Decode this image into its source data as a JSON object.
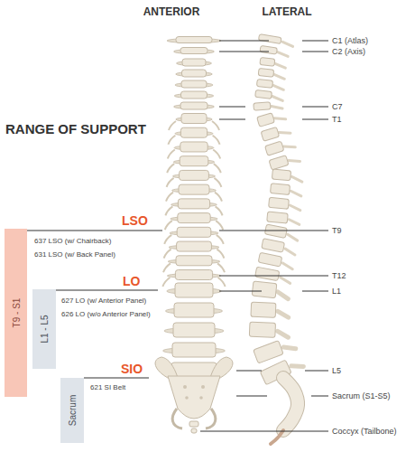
{
  "diagram": {
    "title": "RANGE OF SUPPORT",
    "nodes": [
      {
        "text": [
          "T9 - S1"
        ]
      },
      {
        "text": [
          "L1 - L5"
        ]
      },
      {
        "text": [
          "Sacrum"
        ]
      }
    ],
    "labels": [
      "ANTERIOR",
      "LATERAL",
      "C1 (Atlas)",
      "C2 (Axis)",
      "C7",
      "T1",
      "T9",
      "T12",
      "L1",
      "L5",
      "Sacrum (S1-S5)",
      "Coccyx (Tailbone)",
      "LSO",
      "637 LSO (w/ Chairback)",
      "631 LSO (w/ Back Panel)",
      "LO",
      "627 LO (w/ Anterior Panel)",
      "626 LO (w/o Anterior Panel)",
      "SIO",
      "621 SI Belt"
    ]
  }
}
